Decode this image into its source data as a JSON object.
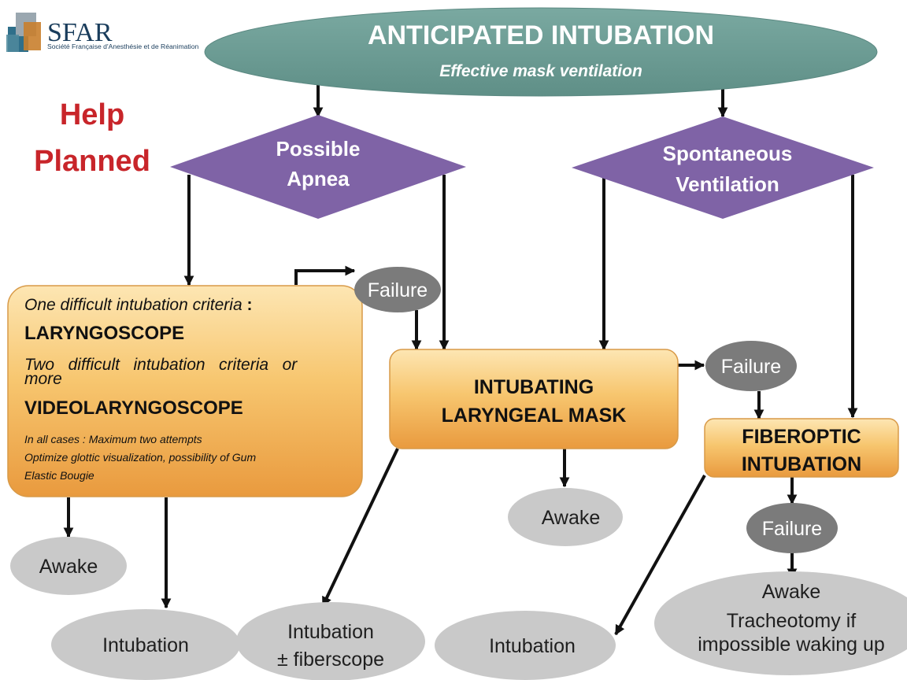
{
  "logo": {
    "name": "SFAR",
    "subtitle": "Société Française d'Anesthésie et de Réanimation"
  },
  "header": {
    "title": "ANTICIPATED INTUBATION",
    "subtitle": "Effective mask ventilation"
  },
  "help_note": {
    "line1": "Help",
    "line2": "Planned"
  },
  "decisions": {
    "apnea": {
      "line1": "Possible",
      "line2": "Apnea"
    },
    "spontaneous": {
      "line1": "Spontaneous",
      "line2": "Ventilation"
    }
  },
  "left_box": {
    "criteria1": "One difficult intubation criteria",
    "criteria1_colon": " :",
    "device1": "LARYNGOSCOPE",
    "criteria2_line1": "Two   difficult   intubation   criteria   or",
    "criteria2_line2": "more",
    "device2": "VIDEOLARYNGOSCOPE",
    "note_line1": "In all cases : Maximum two attempts",
    "note_line2": "Optimize glottic visualization, possibility of  Gum",
    "note_line3": "Elastic Bougie"
  },
  "mask_box": {
    "line1": "INTUBATING",
    "line2": "LARYNGEAL MASK"
  },
  "fiber_box": {
    "line1": "FIBEROPTIC",
    "line2": "INTUBATION"
  },
  "failure_label": "Failure",
  "outcomes": {
    "awake_left": "Awake",
    "intubation_left": "Intubation",
    "intubation_fiber_line1": "Intubation",
    "intubation_fiber_line2": "± fiberscope",
    "awake_mid": "Awake",
    "intubation_right": "Intubation",
    "final_line1": "Awake",
    "final_line2": "Tracheotomy if",
    "final_line3": "impossible waking up"
  },
  "colors": {
    "header_fill": "#6e9e96",
    "diamond_fill": "#7f63a6",
    "box_fill_top": "#fbe0a6",
    "box_fill_bottom": "#eba046",
    "failure_fill": "#7b7b7b",
    "outcome_fill": "#c9c9c9",
    "help_red": "#c8252a"
  }
}
